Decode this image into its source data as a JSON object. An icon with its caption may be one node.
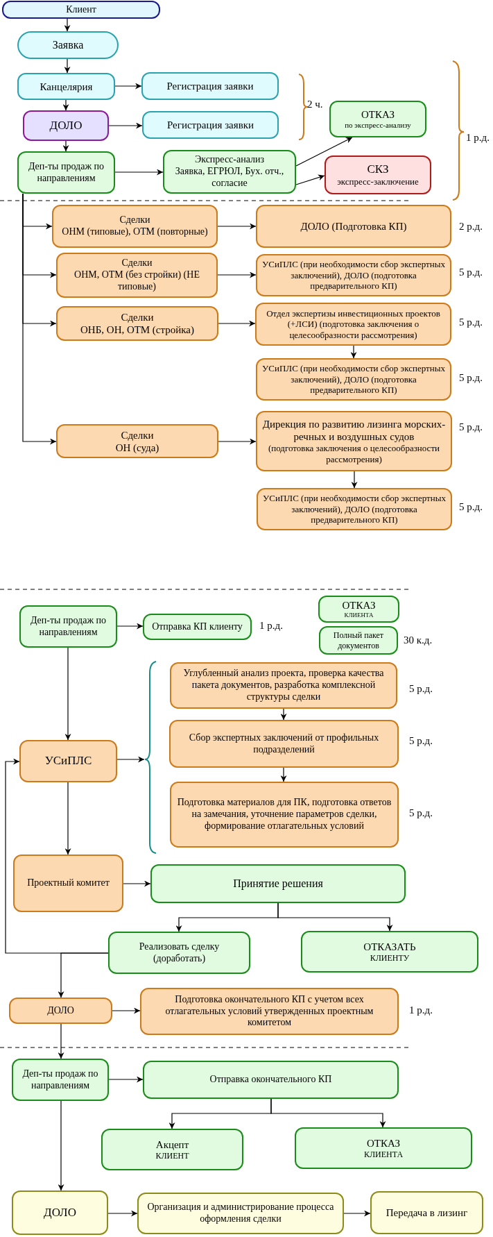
{
  "diagram": {
    "nodes": [
      {
        "text": [
          "Клиент"
        ]
      },
      {
        "text": [
          "Заявка"
        ]
      },
      {
        "text": [
          "Канцелярия"
        ]
      },
      {
        "text": [
          "Регистрация заявки"
        ]
      },
      {
        "text": [
          "ДОЛО"
        ]
      },
      {
        "text": [
          "Регистрация заявки"
        ]
      },
      {
        "text": [
          "Деп-ты продаж по направлениям"
        ]
      },
      {
        "text": [
          "Экспресс-анализ",
          "Заявка, ЕГРЮЛ, Бух. отч., согласие"
        ]
      },
      {
        "text": [
          "ОТКАЗ",
          "по экспресс-анализу"
        ]
      },
      {
        "text": [
          "СКЗ",
          "экспресс-заключение"
        ]
      },
      {
        "text": [
          "Сделки",
          "ОНМ (типовые), ОТМ (повторные)"
        ]
      },
      {
        "text": [
          "ДОЛО (Подготовка КП)"
        ],
        "beside": [
          "2 р.д."
        ]
      },
      {
        "text": [
          "Сделки",
          "ОНМ, ОТМ (без стройки) (НЕ типовые)"
        ]
      },
      {
        "text": [
          "УСиПЛС (при необходимости сбор экспертных заключений), ДОЛО (подготовка предварительного КП)"
        ],
        "beside": [
          "5 р.д."
        ]
      },
      {
        "text": [
          "Сделки",
          "ОНБ, ОН, ОТМ (стройка)"
        ]
      },
      {
        "text": [
          "Отдел экспертизы инвестиционных проектов (+ЛСИ) (подготовка заключения о целесообразности рассмотрения)"
        ],
        "beside": [
          "5 р.д."
        ]
      },
      {
        "text": [
          "УСиПЛС (при необходимости сбор экспертных заключений), ДОЛО (подготовка предварительного КП)"
        ],
        "beside": [
          "5 р.д."
        ]
      },
      {
        "text": [
          "Сделки",
          "ОН (суда)"
        ]
      },
      {
        "text": [
          "Дирекция по развитию лизинга морских-речных и воздушных судов",
          "(подготовка заключения о целесообразности рассмотрения)"
        ],
        "beside": [
          "5 р.д."
        ]
      },
      {
        "text": [
          "УСиПЛС (при необходимости сбор экспертных заключений), ДОЛО (подготовка предварительного КП)"
        ],
        "beside": [
          "5 р.д."
        ]
      },
      {
        "text": [
          "Деп-ты продаж по направлениям"
        ]
      },
      {
        "text": [
          "Отправка КП клиенту"
        ],
        "beside": [
          "1 р.д."
        ]
      },
      {
        "text": [
          "ОТКАЗ",
          "КЛИЕНТА"
        ]
      },
      {
        "text": [
          "Полный пакет документов"
        ],
        "beside": [
          "30 к.д."
        ]
      },
      {
        "text": [
          "УСиПЛС"
        ]
      },
      {
        "text": [
          "Углубленный анализ проекта, проверка качества пакета документов, разработка комплексной структуры сделки"
        ],
        "beside": [
          "5 р.д."
        ]
      },
      {
        "text": [
          "Сбор экспертных заключений от профильных подразделений"
        ],
        "beside": [
          "5 р.д."
        ]
      },
      {
        "text": [
          "Подготовка материалов для ПК, подготовка ответов на замечания, уточнение параметров сделки, формирование отлагательных условий"
        ],
        "beside": [
          "5 р.д."
        ]
      },
      {
        "text": [
          "Проектный комитет"
        ]
      },
      {
        "text": [
          "Принятие решения"
        ]
      },
      {
        "text": [
          "Реализовать сделку (доработать)"
        ]
      },
      {
        "text": [
          "ОТКАЗАТЬ",
          "КЛИЕНТУ"
        ]
      },
      {
        "text": [
          "ДОЛО"
        ]
      },
      {
        "text": [
          "Подготовка окончательного КП с учетом всех отлагательных условий утвержденных проектным комитетом"
        ],
        "beside": [
          "1 р.д."
        ]
      },
      {
        "text": [
          "Деп-ты продаж по направлениям"
        ]
      },
      {
        "text": [
          "Отправка окончательного КП"
        ]
      },
      {
        "text": [
          "Акцепт",
          "КЛИЕНТ"
        ]
      },
      {
        "text": [
          "ОТКАЗ",
          "КЛИЕНТА"
        ]
      },
      {
        "text": [
          "ДОЛО"
        ]
      },
      {
        "text": [
          "Организация и администрирование процесса оформления сделки"
        ]
      },
      {
        "text": [
          "Передача в лизинг"
        ]
      }
    ],
    "edges": [
      {
        "from": 0,
        "to": 1,
        "arrow": "to"
      },
      {
        "from": 1,
        "to": 2,
        "arrow": "to"
      },
      {
        "from": 2,
        "to": 3,
        "arrow": "to"
      },
      {
        "from": 2,
        "to": 4,
        "arrow": "to"
      },
      {
        "from": 4,
        "to": 5,
        "arrow": "to"
      },
      {
        "from": 4,
        "to": 6,
        "arrow": "to"
      },
      {
        "from": 6,
        "to": 7,
        "arrow": "to"
      },
      {
        "from": 7,
        "to": 8,
        "arrow": "to"
      },
      {
        "from": 7,
        "to": 9,
        "arrow": "to"
      },
      {
        "from": 6,
        "to": 10,
        "arrow": "to"
      },
      {
        "from": 10,
        "to": 11,
        "arrow": "to"
      },
      {
        "from": 6,
        "to": 12,
        "arrow": "to"
      },
      {
        "from": 12,
        "to": 13,
        "arrow": "to"
      },
      {
        "from": 6,
        "to": 14,
        "arrow": "to"
      },
      {
        "from": 14,
        "to": 15,
        "arrow": "to"
      },
      {
        "from": 15,
        "to": 16,
        "arrow": "to"
      },
      {
        "from": 6,
        "to": 17,
        "arrow": "to"
      },
      {
        "from": 17,
        "to": 18,
        "arrow": "to"
      },
      {
        "from": 18,
        "to": 19,
        "arrow": "to"
      },
      {
        "from": 20,
        "to": 21,
        "arrow": "to"
      },
      {
        "from": 20,
        "to": 24,
        "arrow": "to"
      },
      {
        "from": 24,
        "to": null,
        "arrow": "to"
      },
      {
        "from": 25,
        "to": 26,
        "arrow": "to"
      },
      {
        "from": 26,
        "to": 27,
        "arrow": "to"
      },
      {
        "from": 24,
        "to": 28,
        "arrow": "to"
      },
      {
        "from": 28,
        "to": 29,
        "arrow": "to"
      },
      {
        "from": 29,
        "to": 30,
        "arrow": "to"
      },
      {
        "from": 29,
        "to": 31,
        "arrow": "to"
      },
      {
        "from": 30,
        "to": 24,
        "arrow": "to"
      },
      {
        "from": 30,
        "to": 32,
        "arrow": "to"
      },
      {
        "from": 32,
        "to": 33,
        "arrow": "to"
      },
      {
        "from": 32,
        "to": 34,
        "arrow": "to"
      },
      {
        "from": 34,
        "to": 35,
        "arrow": "to"
      },
      {
        "from": 35,
        "to": 36,
        "arrow": "to"
      },
      {
        "from": 35,
        "to": 37,
        "arrow": "to"
      },
      {
        "from": 34,
        "to": 38,
        "arrow": "to"
      },
      {
        "from": 38,
        "to": 39,
        "arrow": "to"
      },
      {
        "from": 39,
        "to": 40,
        "arrow": "to"
      }
    ],
    "labels": [
      "2 ч.",
      "1 р.д."
    ]
  }
}
